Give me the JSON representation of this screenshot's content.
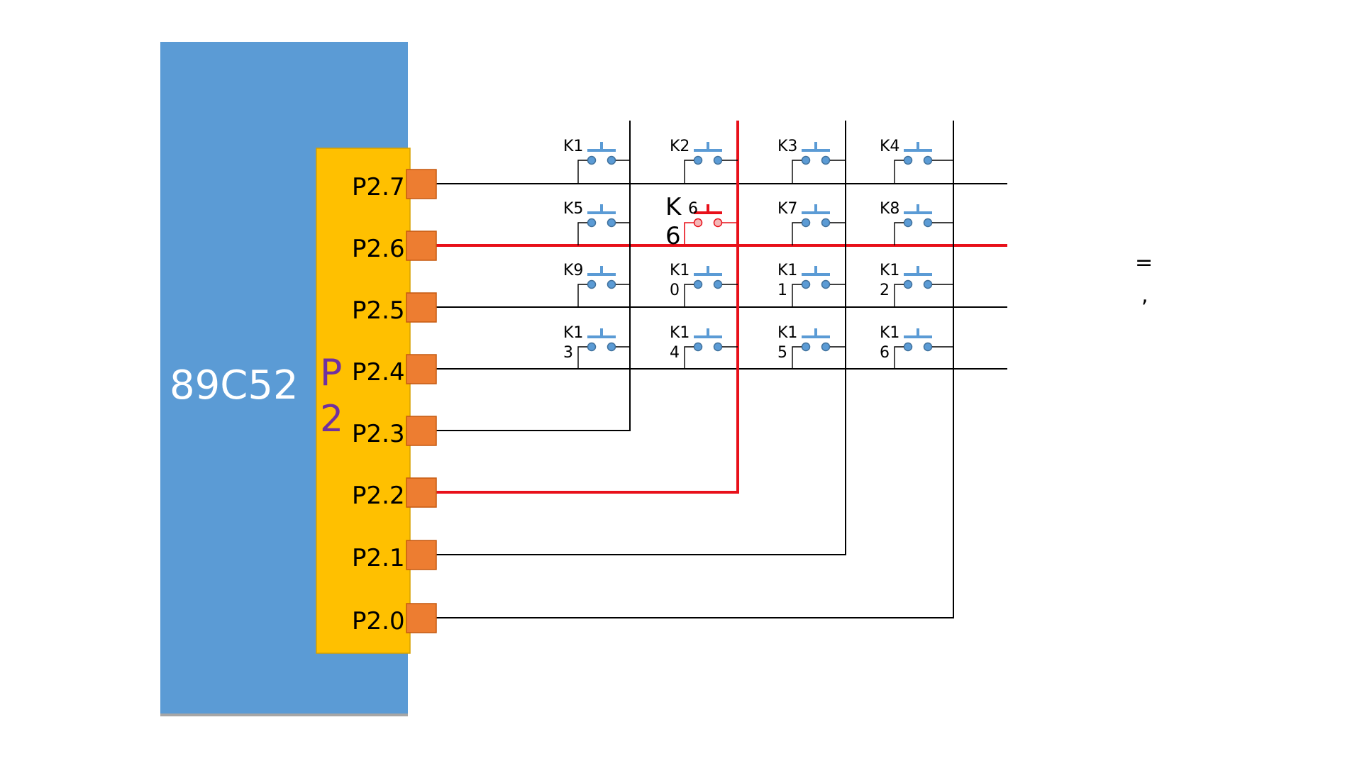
{
  "chip": {
    "label": "89C52",
    "fill": "#5B9BD5"
  },
  "port": {
    "label_line1": "P",
    "label_line2": "2",
    "fill": "#FFC000",
    "pin_color": "#ED7D31"
  },
  "pins": [
    "P2.7",
    "P2.6",
    "P2.5",
    "P2.4",
    "P2.3",
    "P2.2",
    "P2.1",
    "P2.0"
  ],
  "highlighted_pins": [
    "P2.6",
    "P2.2"
  ],
  "keys": [
    [
      "K1",
      "K2",
      "K3",
      "K4"
    ],
    [
      "K5",
      "K6",
      "K7",
      "K8"
    ],
    [
      "K9",
      "K10",
      "K11",
      "K12"
    ],
    [
      "K13",
      "K14",
      "K15",
      "K16"
    ]
  ],
  "pressed_key": {
    "label": "K6",
    "overlay_line1": "K",
    "overlay_line2": "6"
  },
  "side_note": {
    "line1": "=",
    "line2": ","
  },
  "colors": {
    "active": "#E8101A",
    "switch": "#5B9BD5",
    "wire": "#000000"
  }
}
